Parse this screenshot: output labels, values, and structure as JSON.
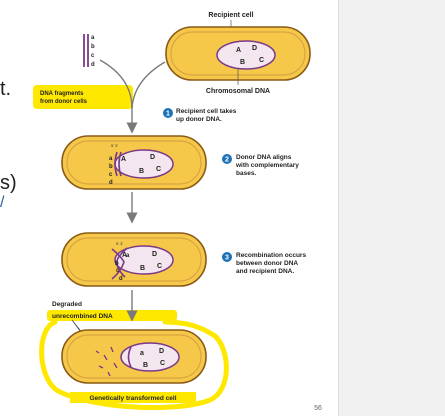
{
  "labels": {
    "recipient_cell": "Recipient cell",
    "chromosomal_dna": "Chromosomal DNA",
    "dna_fragments_1": "DNA fragments",
    "dna_fragments_2": "from donor cells",
    "degraded_1": "Degraded",
    "degraded_2": "unrecombined DNA",
    "transformed": "Genetically transformed cell"
  },
  "steps": [
    {
      "num": "1",
      "line1": "Recipient cell takes",
      "line2": "up donor DNA.",
      "line3": ""
    },
    {
      "num": "2",
      "line1": "Donor DNA aligns",
      "line2": "with complementary",
      "line3": "bases."
    },
    {
      "num": "3",
      "line1": "Recombination occurs",
      "line2": "between donor DNA",
      "line3": "and recipient DNA."
    }
  ],
  "genes": {
    "recipient": [
      "A",
      "D",
      "B",
      "C"
    ],
    "donor": [
      "a",
      "b",
      "c",
      "d"
    ],
    "transformed": [
      "a",
      "D",
      "B",
      "C"
    ]
  },
  "edge_fragments": [
    "t.",
    "s)",
    "/"
  ],
  "strand_ends": "5' 3'",
  "page_number": "56",
  "colors": {
    "cell_fill": "#f5c84a",
    "cell_stroke": "#8a5a16",
    "cell_inner": "#d9a441",
    "nucleoid_fill": "#f3e6ee",
    "dna_purple": "#7a3a8a",
    "step_badge": "#1e73b7",
    "highlight": "#ffe800",
    "arrow": "#7a7a7a",
    "side_panel": "#f1f1f1"
  }
}
